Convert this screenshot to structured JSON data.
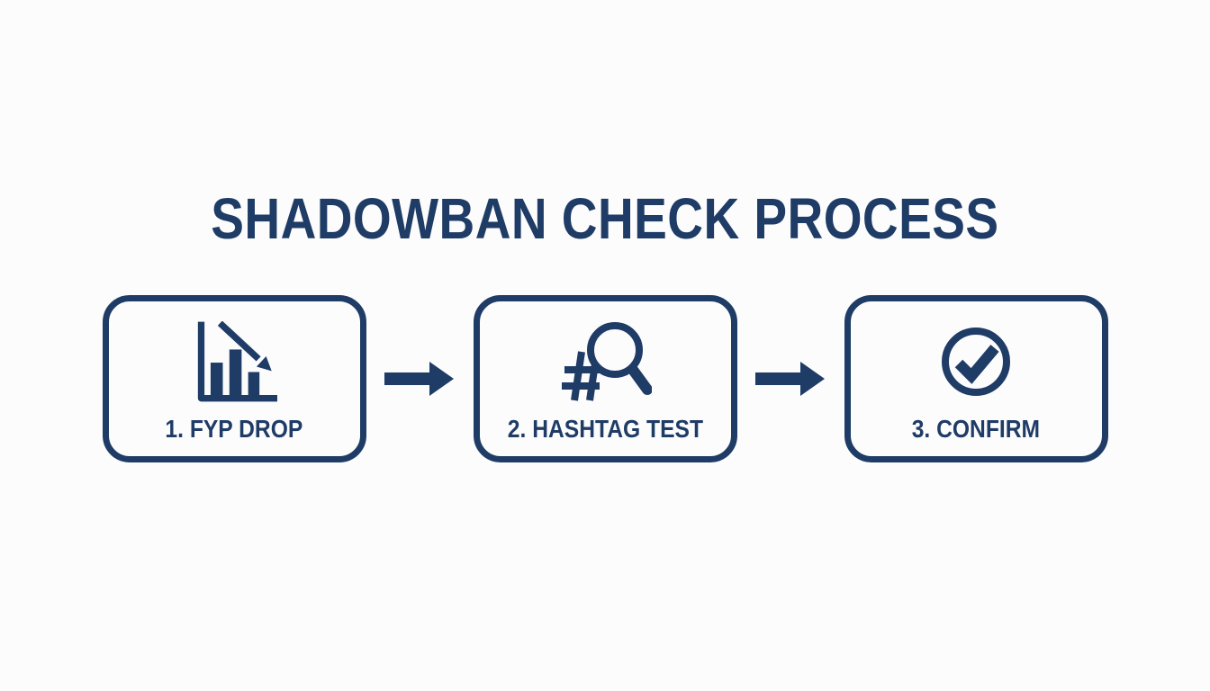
{
  "title": "SHADOWBAN CHECK PROCESS",
  "colors": {
    "primary_navy": "#1f3c66",
    "background": "#fcfcfd"
  },
  "steps": [
    {
      "label": "1. FYP DROP",
      "icon": "declining-bar-chart-icon"
    },
    {
      "label": "2. HASHTAG TEST",
      "icon": "hashtag-magnifier-icon"
    },
    {
      "label": "3. CONFIRM",
      "icon": "check-circle-icon"
    }
  ],
  "connectors": [
    {
      "icon": "arrow-right-icon"
    },
    {
      "icon": "arrow-right-icon"
    }
  ]
}
